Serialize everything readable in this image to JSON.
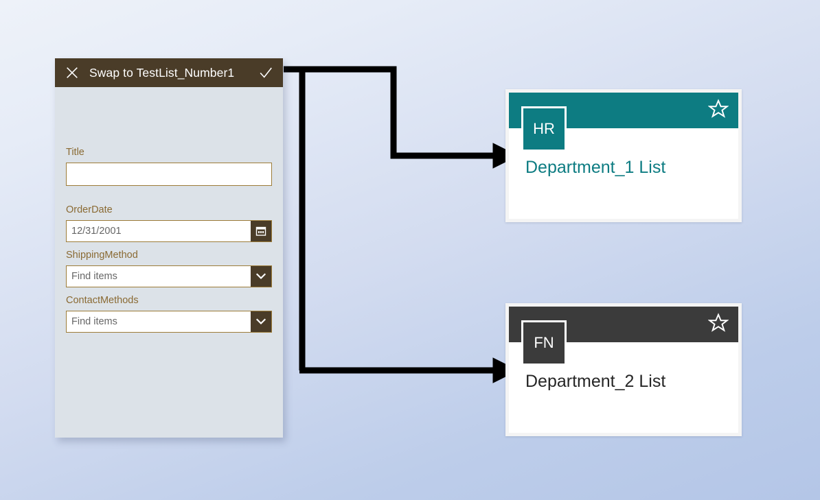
{
  "canvas": {
    "background_gradient_from": "#eef2f9",
    "background_gradient_to": "#b4c6e7"
  },
  "form_panel": {
    "header": {
      "title": "Swap to TestList_Number1",
      "close_icon": "close-x-icon",
      "confirm_icon": "checkmark-icon",
      "background_color": "#4a3c28",
      "text_color": "#ffffff"
    },
    "body_color": "#dce2e8",
    "accent_color": "#9c7b37",
    "label_color": "#8a6a33",
    "fields": [
      {
        "name": "title",
        "label": "Title",
        "type": "text",
        "value": "",
        "placeholder": ""
      },
      {
        "name": "orderdate",
        "label": "OrderDate",
        "type": "date",
        "value": "12/31/2001",
        "placeholder": "",
        "button_icon": "calendar-icon"
      },
      {
        "name": "shippingmethod",
        "label": "ShippingMethod",
        "type": "picker",
        "value": "",
        "placeholder": "Find items",
        "button_icon": "chevron-down-icon"
      },
      {
        "name": "contactmethods",
        "label": "ContactMethods",
        "type": "picker",
        "value": "",
        "placeholder": "Find items",
        "button_icon": "chevron-down-icon"
      }
    ]
  },
  "list_cards": [
    {
      "id": "dept1",
      "title": "Department_1 List",
      "tile_label": "HR",
      "accent_color": "#0d7c82",
      "title_color": "#0d7c82",
      "star_icon": "star-outline-icon",
      "starred": false
    },
    {
      "id": "dept2",
      "title": "Department_2 List",
      "tile_label": "FN",
      "accent_color": "#3b3b3b",
      "title_color": "#262626",
      "star_icon": "star-outline-icon",
      "starred": false
    }
  ],
  "connectors": {
    "stroke_color": "#000000",
    "stroke_width": 9,
    "items": [
      {
        "name": "connector-to-dept1",
        "target": "Department_1 List"
      },
      {
        "name": "connector-to-dept2",
        "target": "Department_2 List"
      }
    ]
  }
}
